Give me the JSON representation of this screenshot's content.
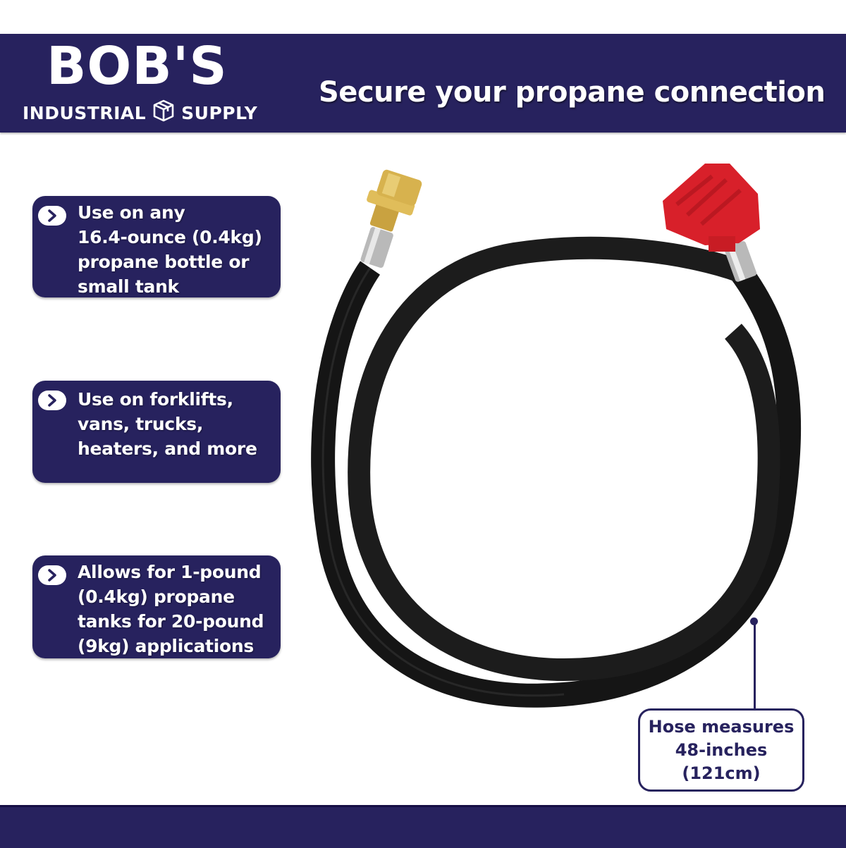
{
  "header": {
    "logo": {
      "main": "BOB'S",
      "left_word": "INDUSTRIAL",
      "right_word": "SUPPLY",
      "icon": "box-icon"
    },
    "tagline": "Secure your propane connection"
  },
  "features": [
    {
      "icon": "chevron-right-icon",
      "lines": [
        "Use on any",
        "16.4-ounce (0.4kg)",
        "propane bottle or",
        "small tank"
      ]
    },
    {
      "icon": "chevron-right-icon",
      "lines": [
        "Use on forklifts,",
        "vans, trucks,",
        "heaters, and more"
      ]
    },
    {
      "icon": "chevron-right-icon",
      "lines": [
        "Allows for 1-pound",
        "(0.4kg) propane",
        "tanks for 20-pound",
        "(9kg) applications"
      ]
    }
  ],
  "product": {
    "name": "propane adapter hose",
    "left_fitting": "brass fitting",
    "right_fitting": "red QCC fitting"
  },
  "callout": {
    "lines": [
      "Hose measures",
      "48-inches",
      "(121cm)"
    ]
  },
  "colors": {
    "brand_navy": "#27225e",
    "background": "#ffffff",
    "hose": "#1a1a1a",
    "fitting_red": "#d8202a",
    "fitting_brass": "#d9b14a"
  }
}
